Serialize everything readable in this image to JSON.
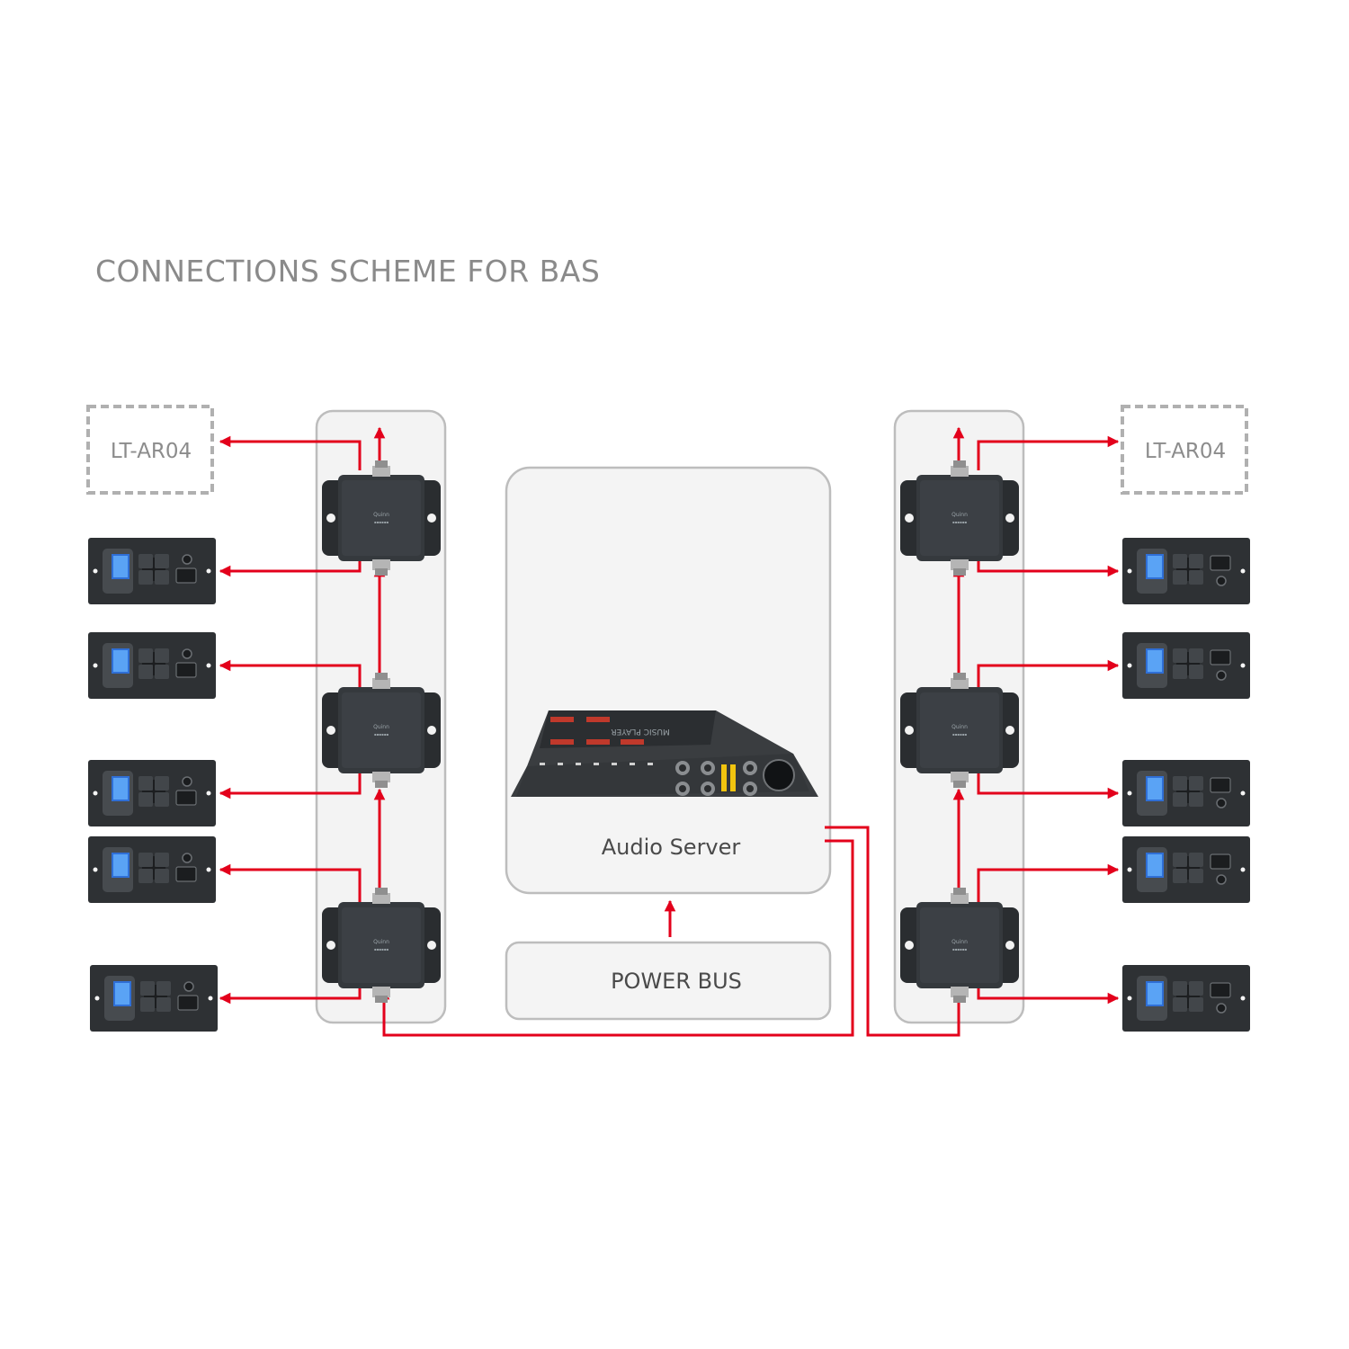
{
  "title": "CONNECTIONS SCHEME FOR BAS",
  "audio_server": {
    "label": "Audio Server",
    "device_text": "MUSIC PLAYER"
  },
  "power_bus": {
    "label": "POWER BUS"
  },
  "left_remote": {
    "label": "LT-AR04"
  },
  "right_remote": {
    "label": "LT-AR04"
  },
  "colors": {
    "wire": "#e3001b",
    "panel": "#2c2f32",
    "frame": "#bdbdbd",
    "text": "#4a4a4a"
  }
}
